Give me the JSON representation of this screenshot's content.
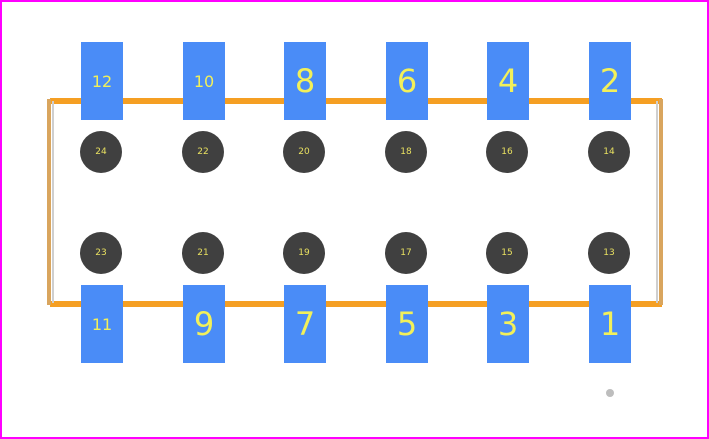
{
  "colors": {
    "frame": "#ff00ff",
    "outline": "#f59f23",
    "pad": "#4a8cf7",
    "hole": "#404040",
    "label": "#f2f05a"
  },
  "top_pads": [
    "12",
    "10",
    "8",
    "6",
    "4",
    "2"
  ],
  "bottom_pads": [
    "11",
    "9",
    "7",
    "5",
    "3",
    "1"
  ],
  "upper_holes": [
    "24",
    "22",
    "20",
    "18",
    "16",
    "14"
  ],
  "lower_holes": [
    "23",
    "21",
    "19",
    "17",
    "15",
    "13"
  ],
  "origin_marker_icon": "dot-marker-icon"
}
